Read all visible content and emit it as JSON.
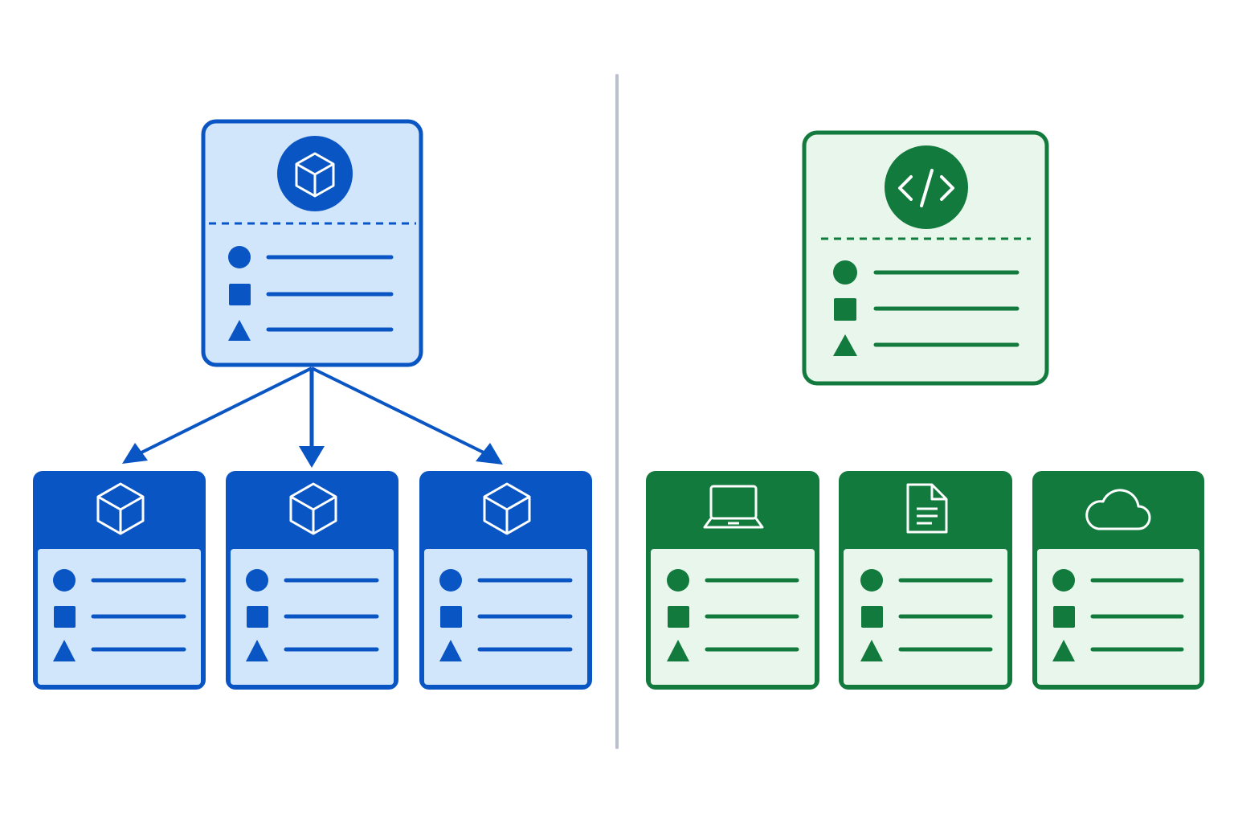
{
  "colors": {
    "blue_primary": "#0a55c4",
    "blue_fill": "#d2e6fb",
    "green_primary": "#117a3c",
    "green_fill": "#e9f6ec",
    "divider": "#b8c0cc",
    "icon_stroke": "#ffffff"
  },
  "left_panel": {
    "parent": {
      "icon": "cube-icon",
      "rows": [
        "circle",
        "square",
        "triangle"
      ]
    },
    "children": [
      {
        "icon": "cube-icon",
        "rows": [
          "circle",
          "square",
          "triangle"
        ]
      },
      {
        "icon": "cube-icon",
        "rows": [
          "circle",
          "square",
          "triangle"
        ]
      },
      {
        "icon": "cube-icon",
        "rows": [
          "circle",
          "square",
          "triangle"
        ]
      }
    ],
    "connections": "parent-to-each-child"
  },
  "right_panel": {
    "parent": {
      "icon": "code-icon",
      "rows": [
        "circle",
        "square",
        "triangle"
      ]
    },
    "children": [
      {
        "icon": "laptop-icon",
        "rows": [
          "circle",
          "square",
          "triangle"
        ]
      },
      {
        "icon": "document-icon",
        "rows": [
          "circle",
          "square",
          "triangle"
        ]
      },
      {
        "icon": "cloud-icon",
        "rows": [
          "circle",
          "square",
          "triangle"
        ]
      }
    ],
    "connections": "none"
  }
}
